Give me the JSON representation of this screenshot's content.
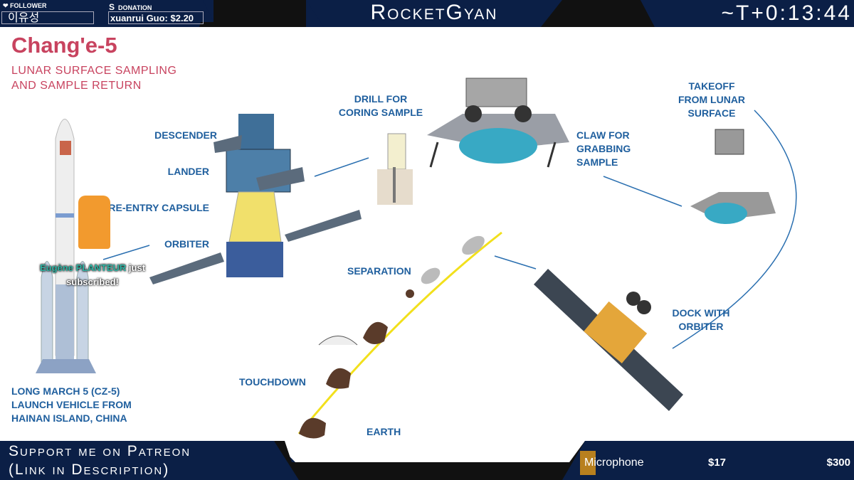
{
  "overlay": {
    "follower": {
      "label": "FOLLOWER",
      "value": "이유성"
    },
    "donation": {
      "label": "DONATION",
      "value": "xuanrui Guo: $2.20"
    },
    "channel_title": "RocketGyan",
    "timer": "~T+0:13:44",
    "patreon": {
      "line1": "Support me on Patreon",
      "line2": "(Link in Description)"
    },
    "goal": {
      "label": "Microphone",
      "current": "$17",
      "target": "$300",
      "progress_fraction": 0.057
    },
    "alert": {
      "name": "Eugène PLANTEUR",
      "action": "just",
      "action2": "subscribed!"
    }
  },
  "diagram": {
    "title": "Chang'e-5",
    "subtitle_line1": "LUNAR SURFACE SAMPLING",
    "subtitle_line2": "AND SAMPLE RETURN",
    "labels": {
      "descender": "DESCENDER",
      "lander": "LANDER",
      "capsule": "RE-ENTRY CAPSULE",
      "orbiter": "ORBITER",
      "drill1": "DRILL FOR",
      "drill2": "CORING SAMPLE",
      "claw1": "CLAW FOR",
      "claw2": "GRABBING",
      "claw3": "SAMPLE",
      "takeoff1": "TAKEOFF",
      "takeoff2": "FROM LUNAR",
      "takeoff3": "SURFACE",
      "dock1": "DOCK WITH",
      "dock2": "ORBITER",
      "separation": "SEPARATION",
      "touchdown": "TOUCHDOWN",
      "earth": "EARTH",
      "lv1": "LONG MARCH 5 (CZ-5)",
      "lv2": "LAUNCH VEHICLE FROM",
      "lv3": "HAINAN ISLAND, CHINA"
    }
  },
  "colors": {
    "navy": "#0b1f46",
    "title_red": "#c8435f",
    "label_blue": "#1f5f9e",
    "goal_orange": "#b8801e"
  }
}
